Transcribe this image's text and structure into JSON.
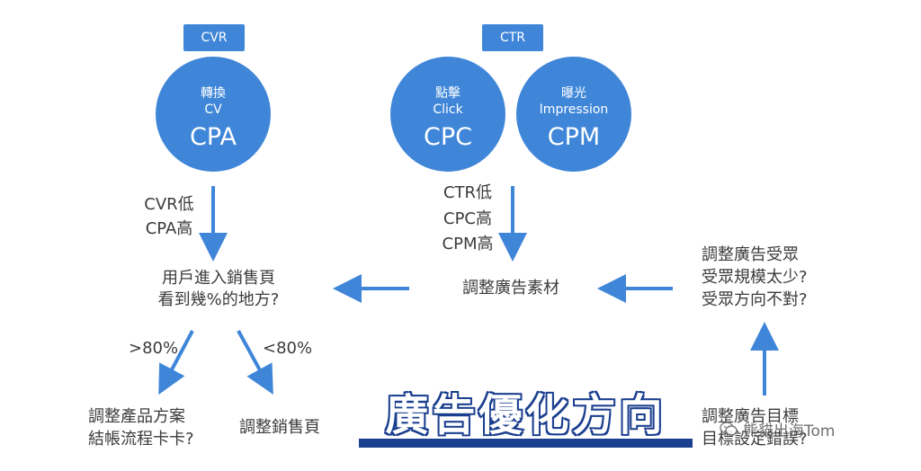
{
  "tags": {
    "cvr": "CVR",
    "ctr": "CTR"
  },
  "circles": {
    "cpa": {
      "line1": "轉換",
      "line2": "CV",
      "big": "CPA"
    },
    "cpc": {
      "line1": "點擊",
      "line2": "Click",
      "big": "CPC"
    },
    "cpm": {
      "line1": "曝光",
      "line2": "Impression",
      "big": "CPM"
    }
  },
  "labels": {
    "cvr_low": "CVR低",
    "cpa_high": "CPA高",
    "ctr_low": "CTR低",
    "cpc_high": "CPC高",
    "cpm_high": "CPM高",
    "user_line1": "用戶進入銷售頁",
    "user_line2": "看到幾%的地方?",
    "adjust_creative": "調整廣告素材",
    "audience_line1": "調整廣告受眾",
    "audience_line2": "受眾規模太少?",
    "audience_line3": "受眾方向不對?",
    "over80": ">80%",
    "under80": "<80%",
    "product_line1": "調整產品方案",
    "product_line2": "結帳流程卡卡?",
    "adjust_sales_page": "調整銷售頁",
    "goal_line1": "調整廣告目標",
    "goal_line2": "目標設定錯誤?"
  },
  "banner": {
    "title": "廣告優化方向"
  },
  "watermark": {
    "text": "熊貓出海Tom"
  },
  "colors": {
    "accent": "#3f86d9",
    "banner_dark": "#1b3f8f",
    "text": "#3b3b3b"
  }
}
